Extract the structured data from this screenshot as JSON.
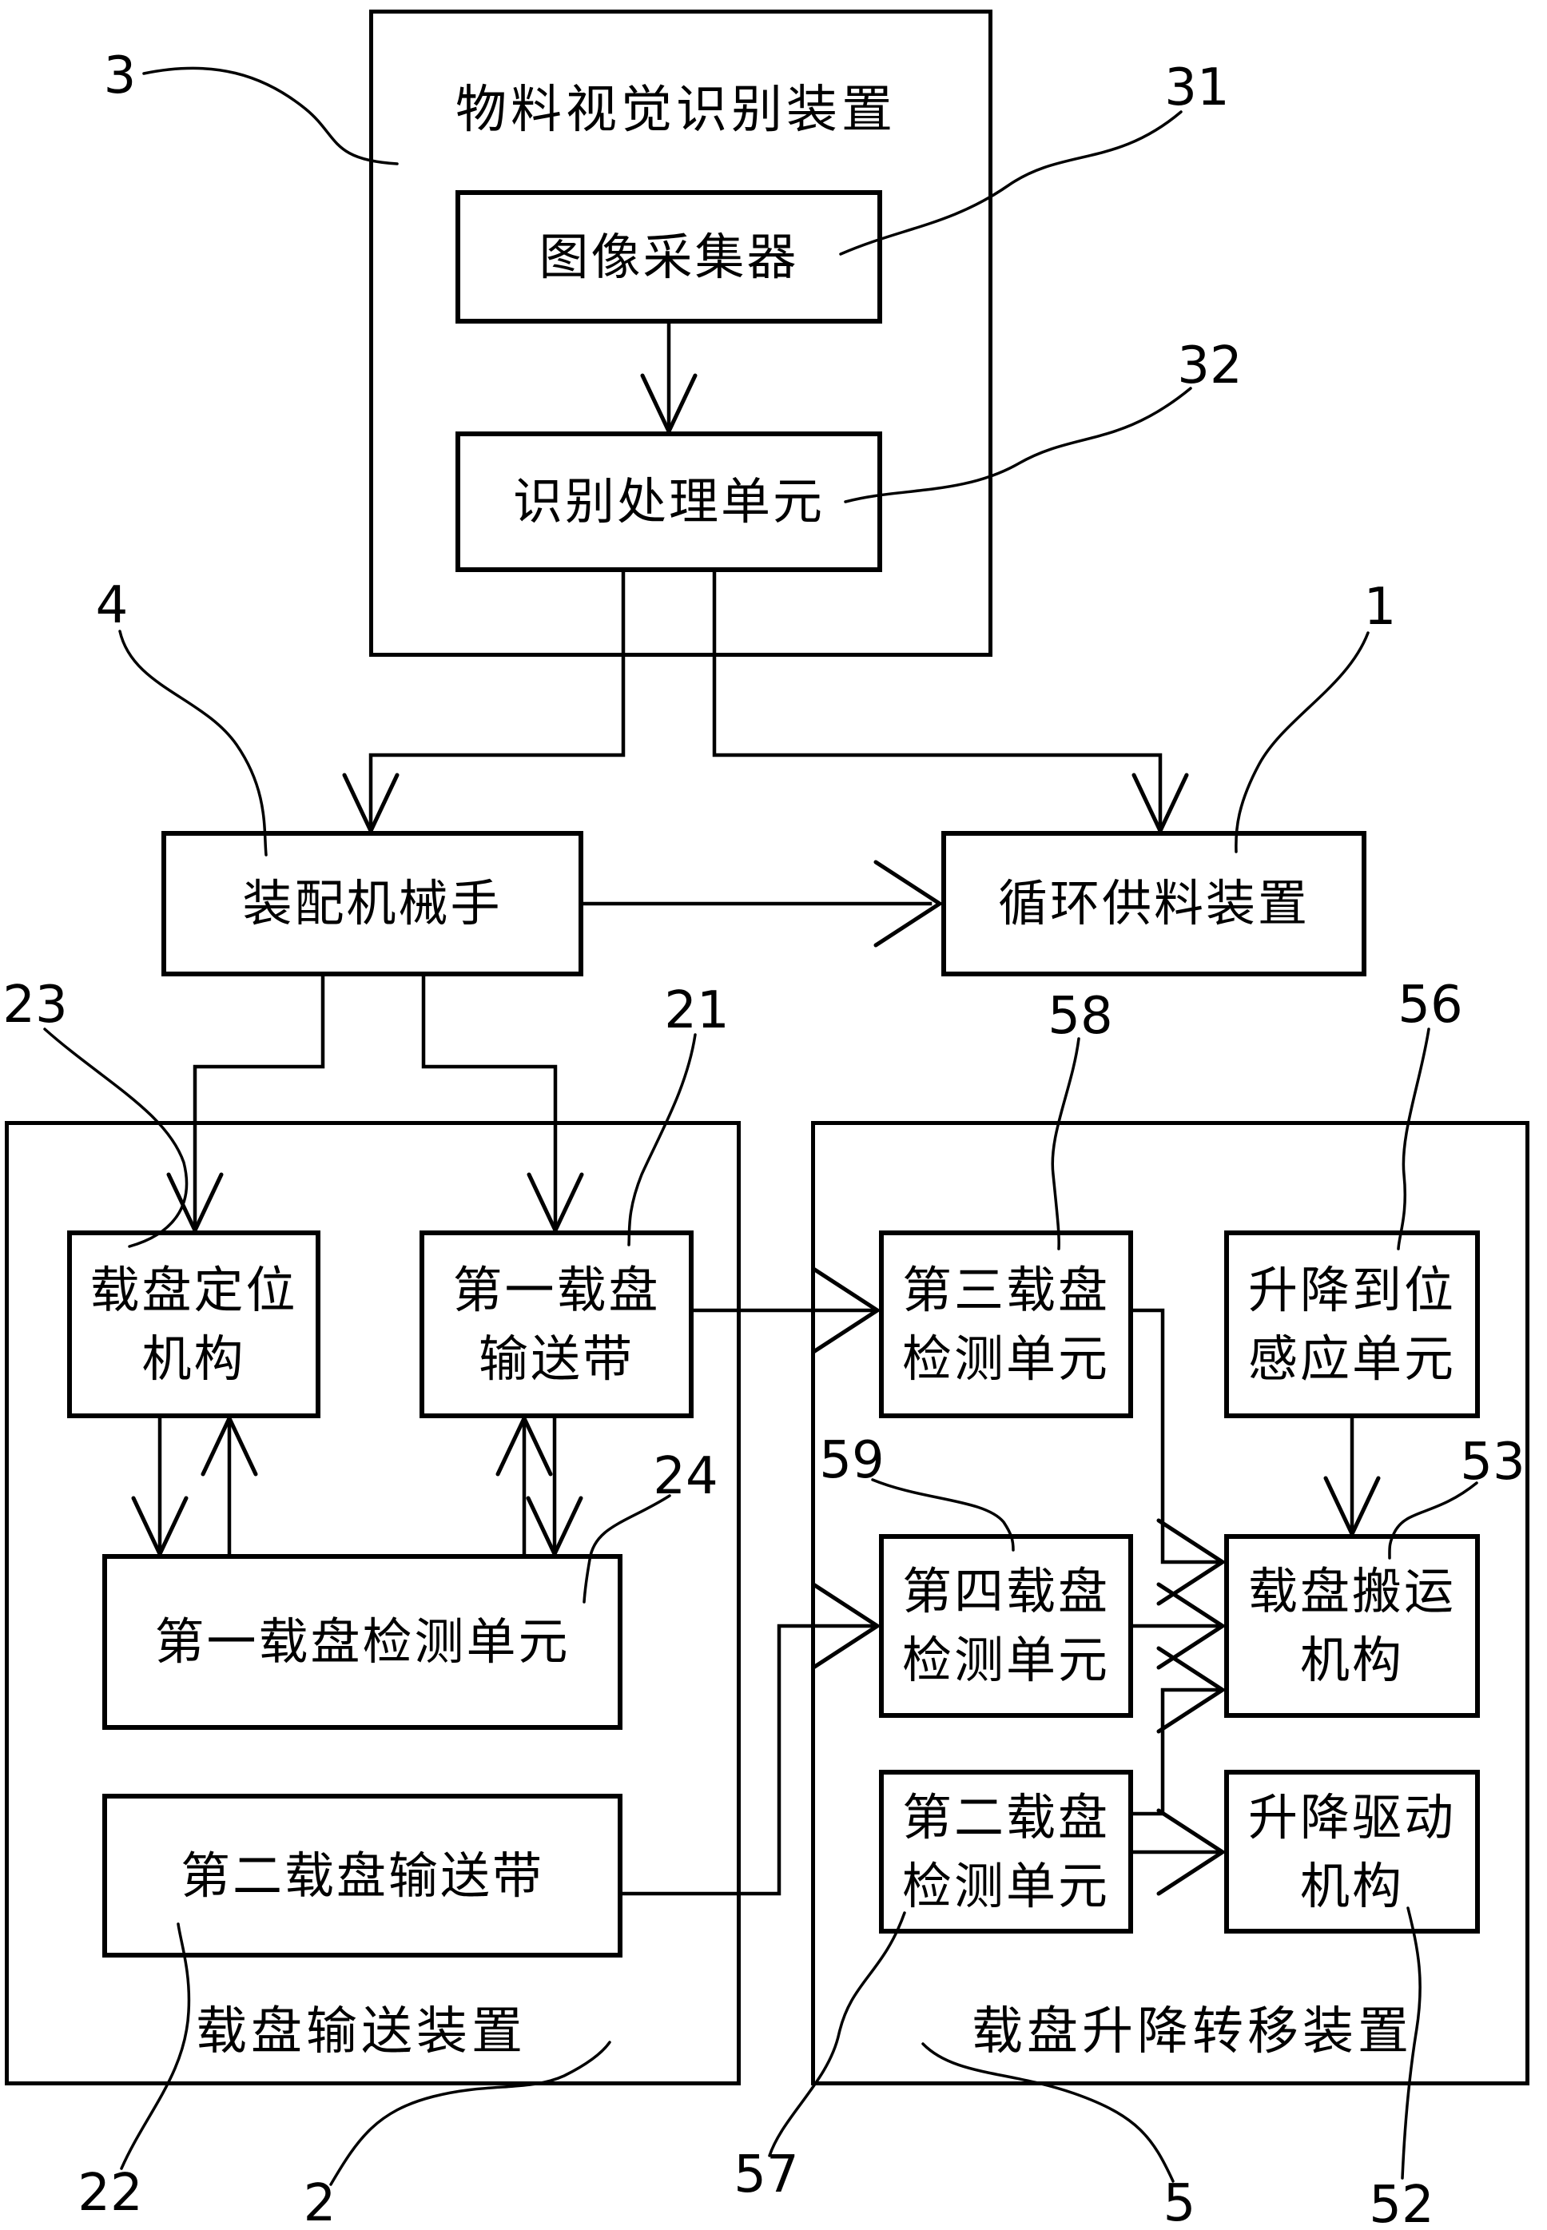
{
  "page": {
    "background_color": "#ffffff",
    "line_color": "#000000"
  },
  "boxes": {
    "vision_device": {
      "label": "物料视觉识别装置",
      "ref": "3"
    },
    "image_collector": {
      "label": "图像采集器",
      "ref": "31"
    },
    "recognition_unit": {
      "label": "识别处理单元",
      "ref": "32"
    },
    "assembly_robot": {
      "label": "装配机械手",
      "ref": "4"
    },
    "cycle_feeder": {
      "label": "循环供料装置",
      "ref": "1"
    },
    "tray_conveyor_device": {
      "label": "载盘输送装置",
      "ref": "2"
    },
    "tray_positioning": {
      "label": "载盘定位\n机构",
      "ref": "23"
    },
    "first_tray_belt": {
      "label": "第一载盘\n输送带",
      "ref": "21"
    },
    "first_tray_detect": {
      "label": "第一载盘检测单元",
      "ref": "24"
    },
    "second_tray_belt": {
      "label": "第二载盘输送带",
      "ref": "22"
    },
    "tray_lift_device": {
      "label": "载盘升降转移装置",
      "ref": "5"
    },
    "third_tray_detect": {
      "label": "第三载盘\n检测单元",
      "ref": "58"
    },
    "lift_inplace_sensor": {
      "label": "升降到位\n感应单元",
      "ref": "56"
    },
    "fourth_tray_detect": {
      "label": "第四载盘\n检测单元",
      "ref": "59"
    },
    "tray_carrier": {
      "label": "载盘搬运\n机构",
      "ref": "53"
    },
    "second_tray_detect": {
      "label": "第二载盘\n检测单元",
      "ref": "57"
    },
    "lift_drive": {
      "label": "升降驱动\n机构",
      "ref": "52"
    }
  }
}
